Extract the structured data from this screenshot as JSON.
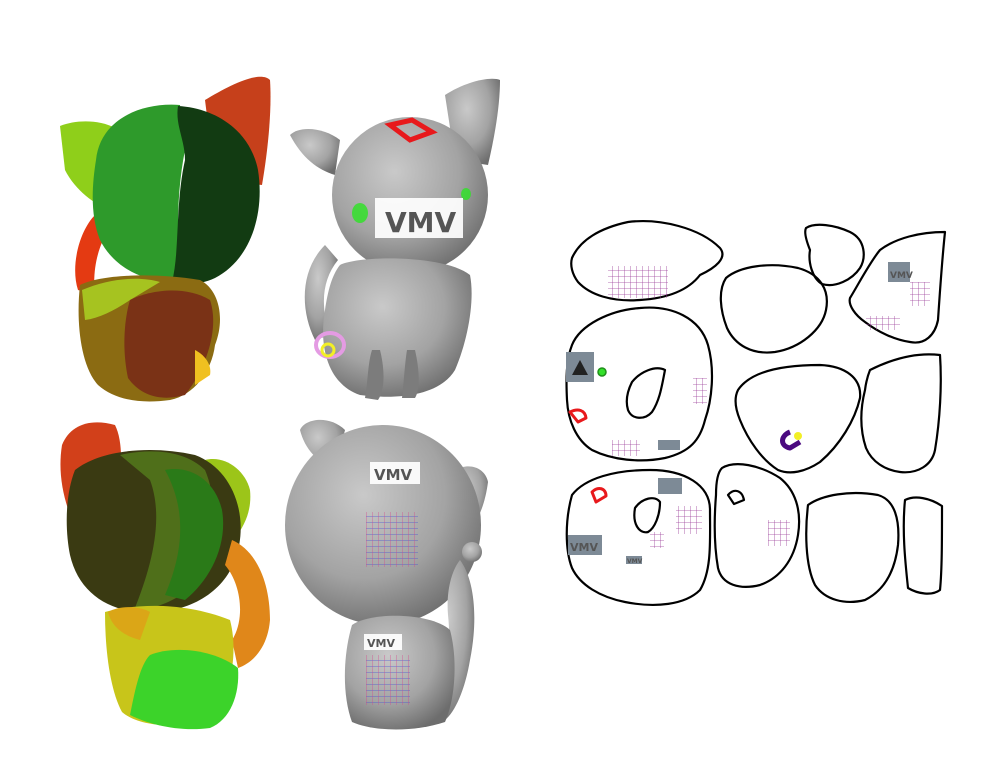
{
  "labels": {
    "logo_main": "VMV",
    "logo_back_head": "VMV",
    "logo_back_body": "VMV",
    "atlas_logo_1": "VMV",
    "atlas_logo_2": "VMV",
    "atlas_logo_3": "VMV"
  },
  "colors": {
    "mesh_gray": "#9c9c9c",
    "outline": "#000000",
    "decal_red": "#e8191c",
    "decal_green": "#33e02a",
    "decal_pink": "#e49be3",
    "decal_yellow": "#f2ef26",
    "grid_purple": "#9b3f9a",
    "grid_blue": "#3f4ad6"
  },
  "icons": [
    "cat-segmented-front",
    "cat-rendered-front",
    "cat-segmented-back",
    "cat-rendered-back",
    "uv-atlas"
  ]
}
